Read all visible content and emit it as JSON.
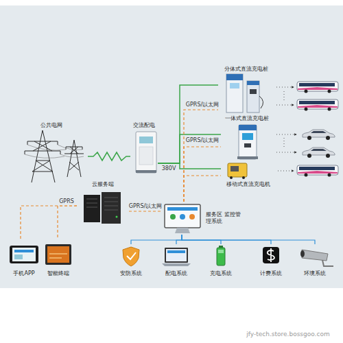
{
  "diagram": {
    "nodes": [
      {
        "text": [
          "公共电网"
        ]
      },
      {
        "text": [
          "交流配电"
        ]
      },
      {
        "text": [
          "分体式直流充电桩"
        ]
      },
      {
        "text": [
          "一体式直流充电桩"
        ]
      },
      {
        "text": [
          "移动式直流充电机"
        ]
      },
      {
        "text": [
          "云服务端"
        ]
      },
      {
        "text": [
          "服务区 监控管理系统"
        ]
      },
      {
        "text": [
          "手机APP"
        ]
      },
      {
        "text": [
          "智能终端"
        ]
      },
      {
        "text": [
          "安防系统"
        ]
      },
      {
        "text": [
          "配电系统"
        ]
      },
      {
        "text": [
          "充电系统"
        ]
      },
      {
        "text": [
          "计费系统"
        ]
      },
      {
        "text": [
          "环境系统"
        ]
      }
    ],
    "edges": [
      {
        "from": 0,
        "to": 1,
        "arrow": "none"
      },
      {
        "from": 1,
        "to": 2,
        "arrow": "none"
      },
      {
        "from": 1,
        "to": 3,
        "arrow": "none"
      },
      {
        "from": 1,
        "to": 4,
        "arrow": "none"
      },
      {
        "from": 5,
        "to": 6,
        "label": "GPRS/以太网",
        "arrow": "none"
      },
      {
        "from": 6,
        "to": 2,
        "label": "GPRS/以太网",
        "arrow": "none"
      },
      {
        "from": 6,
        "to": 3,
        "label": "GPRS/以太网",
        "arrow": "none"
      },
      {
        "from": 6,
        "to": 4,
        "arrow": "none"
      },
      {
        "from": 5,
        "to": 7,
        "label": "GPRS",
        "arrow": "none"
      },
      {
        "from": 5,
        "to": 8,
        "arrow": "none"
      },
      {
        "from": 6,
        "to": 9,
        "arrow": "none"
      },
      {
        "from": 6,
        "to": 10,
        "arrow": "none"
      },
      {
        "from": 6,
        "to": 11,
        "arrow": "none"
      },
      {
        "from": 6,
        "to": 12,
        "arrow": "none"
      },
      {
        "from": 6,
        "to": 13,
        "arrow": "none"
      }
    ],
    "labels": [
      "380V",
      "jfy-tech.store.bossgoo.com"
    ]
  }
}
